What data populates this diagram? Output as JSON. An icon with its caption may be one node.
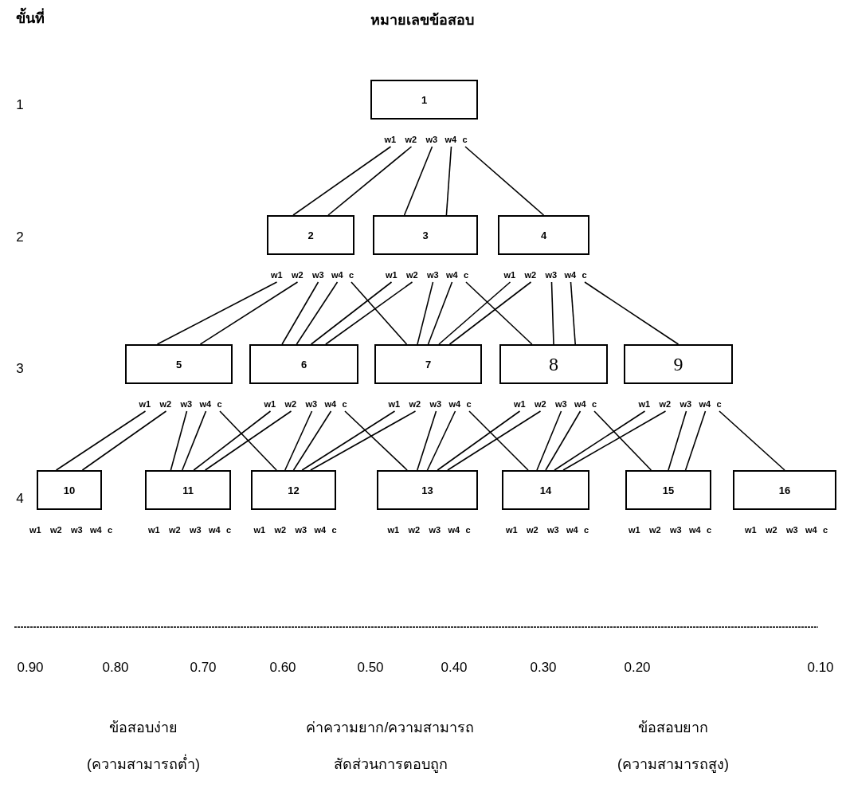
{
  "diagram": {
    "nodes": [
      {
        "text": [
          "1"
        ]
      },
      {
        "text": [
          "w1"
        ]
      },
      {
        "text": [
          "w2"
        ]
      },
      {
        "text": [
          "w3"
        ]
      },
      {
        "text": [
          "w4"
        ]
      },
      {
        "text": [
          "c"
        ]
      },
      {
        "text": [
          "2"
        ]
      },
      {
        "text": [
          "3"
        ]
      },
      {
        "text": [
          "4"
        ]
      },
      {
        "text": [
          "w1"
        ]
      },
      {
        "text": [
          "w2"
        ]
      },
      {
        "text": [
          "w3"
        ]
      },
      {
        "text": [
          "w4"
        ]
      },
      {
        "text": [
          "c"
        ]
      },
      {
        "text": [
          "w1"
        ]
      },
      {
        "text": [
          "w2"
        ]
      },
      {
        "text": [
          "w3"
        ]
      },
      {
        "text": [
          "w4"
        ]
      },
      {
        "text": [
          "c"
        ]
      },
      {
        "text": [
          "w1"
        ]
      },
      {
        "text": [
          "w2"
        ]
      },
      {
        "text": [
          "w3"
        ]
      },
      {
        "text": [
          "w4"
        ]
      },
      {
        "text": [
          "c"
        ]
      },
      {
        "text": [
          "5"
        ]
      },
      {
        "text": [
          "6"
        ]
      },
      {
        "text": [
          "7"
        ]
      },
      {
        "text": [
          "8"
        ]
      },
      {
        "text": [
          "9"
        ]
      },
      {
        "text": [
          "w1"
        ]
      },
      {
        "text": [
          "w2"
        ]
      },
      {
        "text": [
          "w3"
        ]
      },
      {
        "text": [
          "w4"
        ]
      },
      {
        "text": [
          "c"
        ]
      },
      {
        "text": [
          "w1"
        ]
      },
      {
        "text": [
          "w2"
        ]
      },
      {
        "text": [
          "w3"
        ]
      },
      {
        "text": [
          "w4"
        ]
      },
      {
        "text": [
          "c"
        ]
      },
      {
        "text": [
          "w1"
        ]
      },
      {
        "text": [
          "w2"
        ]
      },
      {
        "text": [
          "w3"
        ]
      },
      {
        "text": [
          "w4"
        ]
      },
      {
        "text": [
          "c"
        ]
      },
      {
        "text": [
          "w1"
        ]
      },
      {
        "text": [
          "w2"
        ]
      },
      {
        "text": [
          "w3"
        ]
      },
      {
        "text": [
          "w4"
        ]
      },
      {
        "text": [
          "c"
        ]
      },
      {
        "text": [
          "w1"
        ]
      },
      {
        "text": [
          "w2"
        ]
      },
      {
        "text": [
          "w3"
        ]
      },
      {
        "text": [
          "w4"
        ]
      },
      {
        "text": [
          "c"
        ]
      },
      {
        "text": [
          "10"
        ]
      },
      {
        "text": [
          "11"
        ]
      },
      {
        "text": [
          "12"
        ]
      },
      {
        "text": [
          "13"
        ]
      },
      {
        "text": [
          "14"
        ]
      },
      {
        "text": [
          "15"
        ]
      },
      {
        "text": [
          "16"
        ]
      },
      {
        "text": [
          "w1"
        ]
      },
      {
        "text": [
          "w2"
        ]
      },
      {
        "text": [
          "w3"
        ]
      },
      {
        "text": [
          "w4"
        ]
      },
      {
        "text": [
          "c"
        ]
      },
      {
        "text": [
          "w1"
        ]
      },
      {
        "text": [
          "w2"
        ]
      },
      {
        "text": [
          "w3"
        ]
      },
      {
        "text": [
          "w4"
        ]
      },
      {
        "text": [
          "c"
        ]
      },
      {
        "text": [
          "w1"
        ]
      },
      {
        "text": [
          "w2"
        ]
      },
      {
        "text": [
          "w3"
        ]
      },
      {
        "text": [
          "w4"
        ]
      },
      {
        "text": [
          "c"
        ]
      },
      {
        "text": [
          "w1"
        ]
      },
      {
        "text": [
          "w2"
        ]
      },
      {
        "text": [
          "w3"
        ]
      },
      {
        "text": [
          "w4"
        ]
      },
      {
        "text": [
          "c"
        ]
      },
      {
        "text": [
          "w1"
        ]
      },
      {
        "text": [
          "w2"
        ]
      },
      {
        "text": [
          "w3"
        ]
      },
      {
        "text": [
          "w4"
        ]
      },
      {
        "text": [
          "c"
        ]
      },
      {
        "text": [
          "w1"
        ]
      },
      {
        "text": [
          "w2"
        ]
      },
      {
        "text": [
          "w3"
        ]
      },
      {
        "text": [
          "w4"
        ]
      },
      {
        "text": [
          "c"
        ]
      },
      {
        "text": [
          "w1"
        ]
      },
      {
        "text": [
          "w2"
        ]
      },
      {
        "text": [
          "w3"
        ]
      },
      {
        "text": [
          "w4"
        ]
      },
      {
        "text": [
          "c"
        ]
      }
    ],
    "edges": [
      {
        "from": 1,
        "to": 6,
        "arrow": "none"
      },
      {
        "from": 2,
        "to": 6,
        "arrow": "none"
      },
      {
        "from": 3,
        "to": 7,
        "arrow": "none"
      },
      {
        "from": 4,
        "to": 7,
        "arrow": "none"
      },
      {
        "from": 5,
        "to": 8,
        "arrow": "none"
      },
      {
        "from": 9,
        "to": 24,
        "arrow": "none"
      },
      {
        "from": 10,
        "to": 24,
        "arrow": "none"
      },
      {
        "from": 11,
        "to": 25,
        "arrow": "none"
      },
      {
        "from": 12,
        "to": 25,
        "arrow": "none"
      },
      {
        "from": 13,
        "to": 26,
        "arrow": "none"
      },
      {
        "from": 14,
        "to": 25,
        "arrow": "none"
      },
      {
        "from": 15,
        "to": 25,
        "arrow": "none"
      },
      {
        "from": 16,
        "to": 26,
        "arrow": "none"
      },
      {
        "from": 17,
        "to": 26,
        "arrow": "none"
      },
      {
        "from": 18,
        "to": 27,
        "arrow": "none"
      },
      {
        "from": 19,
        "to": 26,
        "arrow": "none"
      },
      {
        "from": 20,
        "to": 26,
        "arrow": "none"
      },
      {
        "from": 21,
        "to": 27,
        "arrow": "none"
      },
      {
        "from": 22,
        "to": 27,
        "arrow": "none"
      },
      {
        "from": 23,
        "to": 28,
        "arrow": "none"
      },
      {
        "from": 29,
        "to": 54,
        "arrow": "none"
      },
      {
        "from": 30,
        "to": 54,
        "arrow": "none"
      },
      {
        "from": 31,
        "to": 55,
        "arrow": "none"
      },
      {
        "from": 32,
        "to": 55,
        "arrow": "none"
      },
      {
        "from": 33,
        "to": 56,
        "arrow": "none"
      },
      {
        "from": 34,
        "to": 55,
        "arrow": "none"
      },
      {
        "from": 35,
        "to": 55,
        "arrow": "none"
      },
      {
        "from": 36,
        "to": 56,
        "arrow": "none"
      },
      {
        "from": 37,
        "to": 56,
        "arrow": "none"
      },
      {
        "from": 38,
        "to": 57,
        "arrow": "none"
      },
      {
        "from": 39,
        "to": 56,
        "arrow": "none"
      },
      {
        "from": 40,
        "to": 56,
        "arrow": "none"
      },
      {
        "from": 41,
        "to": 57,
        "arrow": "none"
      },
      {
        "from": 42,
        "to": 57,
        "arrow": "none"
      },
      {
        "from": 43,
        "to": 58,
        "arrow": "none"
      },
      {
        "from": 44,
        "to": 57,
        "arrow": "none"
      },
      {
        "from": 45,
        "to": 57,
        "arrow": "none"
      },
      {
        "from": 46,
        "to": 58,
        "arrow": "none"
      },
      {
        "from": 47,
        "to": 58,
        "arrow": "none"
      },
      {
        "from": 48,
        "to": 59,
        "arrow": "none"
      },
      {
        "from": 49,
        "to": 58,
        "arrow": "none"
      },
      {
        "from": 50,
        "to": 58,
        "arrow": "none"
      },
      {
        "from": 51,
        "to": 59,
        "arrow": "none"
      },
      {
        "from": 52,
        "to": 59,
        "arrow": "none"
      },
      {
        "from": 53,
        "to": 60,
        "arrow": "none"
      }
    ],
    "labels": [
      "ขั้นที่",
      "หมายเลขข้อสอบ",
      "1",
      "2",
      "3",
      "4",
      "0.90",
      "0.80",
      "0.70",
      "0.60",
      "0.50",
      "0.40",
      "0.30",
      "0.20",
      "0.10",
      "ข้อสอบง่าย",
      "ค่าความยาก/ความสามารถ",
      "ข้อสอบยาก",
      "(ความสามารถต่ำ)",
      "สัดส่วนการตอบถูก",
      "(ความสามารถสูง)"
    ]
  }
}
